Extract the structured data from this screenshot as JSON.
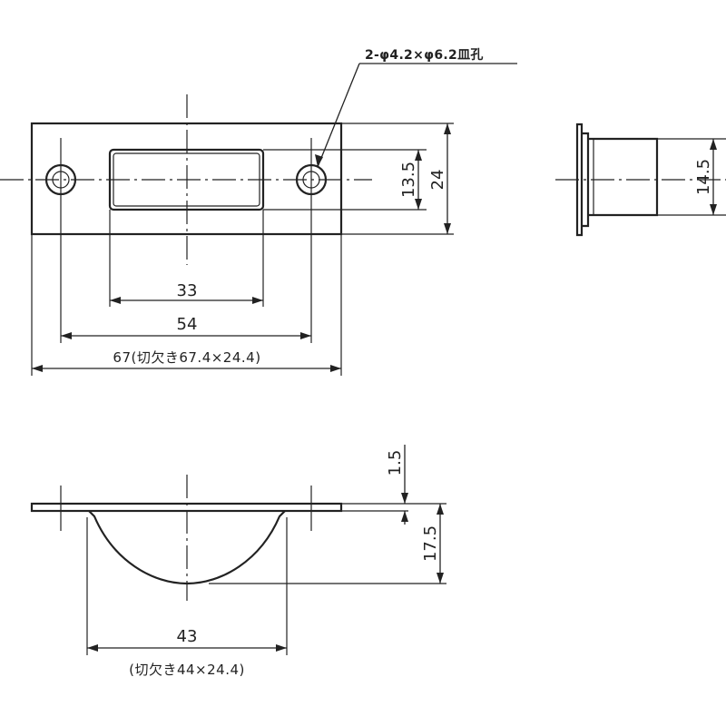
{
  "hole_note": "2-φ4.2×φ6.2皿孔",
  "front_view": {
    "overall_width": "67(切欠き67.4×24.4)",
    "hole_pitch": "54",
    "pocket_width": "33",
    "pocket_height": "13.5",
    "plate_height": "24"
  },
  "side_view": {
    "body_height": "14.5"
  },
  "section_view": {
    "flange_thickness": "1.5",
    "depth": "17.5",
    "cup_width": "43",
    "cutout_note": "(切欠き44×24.4)"
  }
}
